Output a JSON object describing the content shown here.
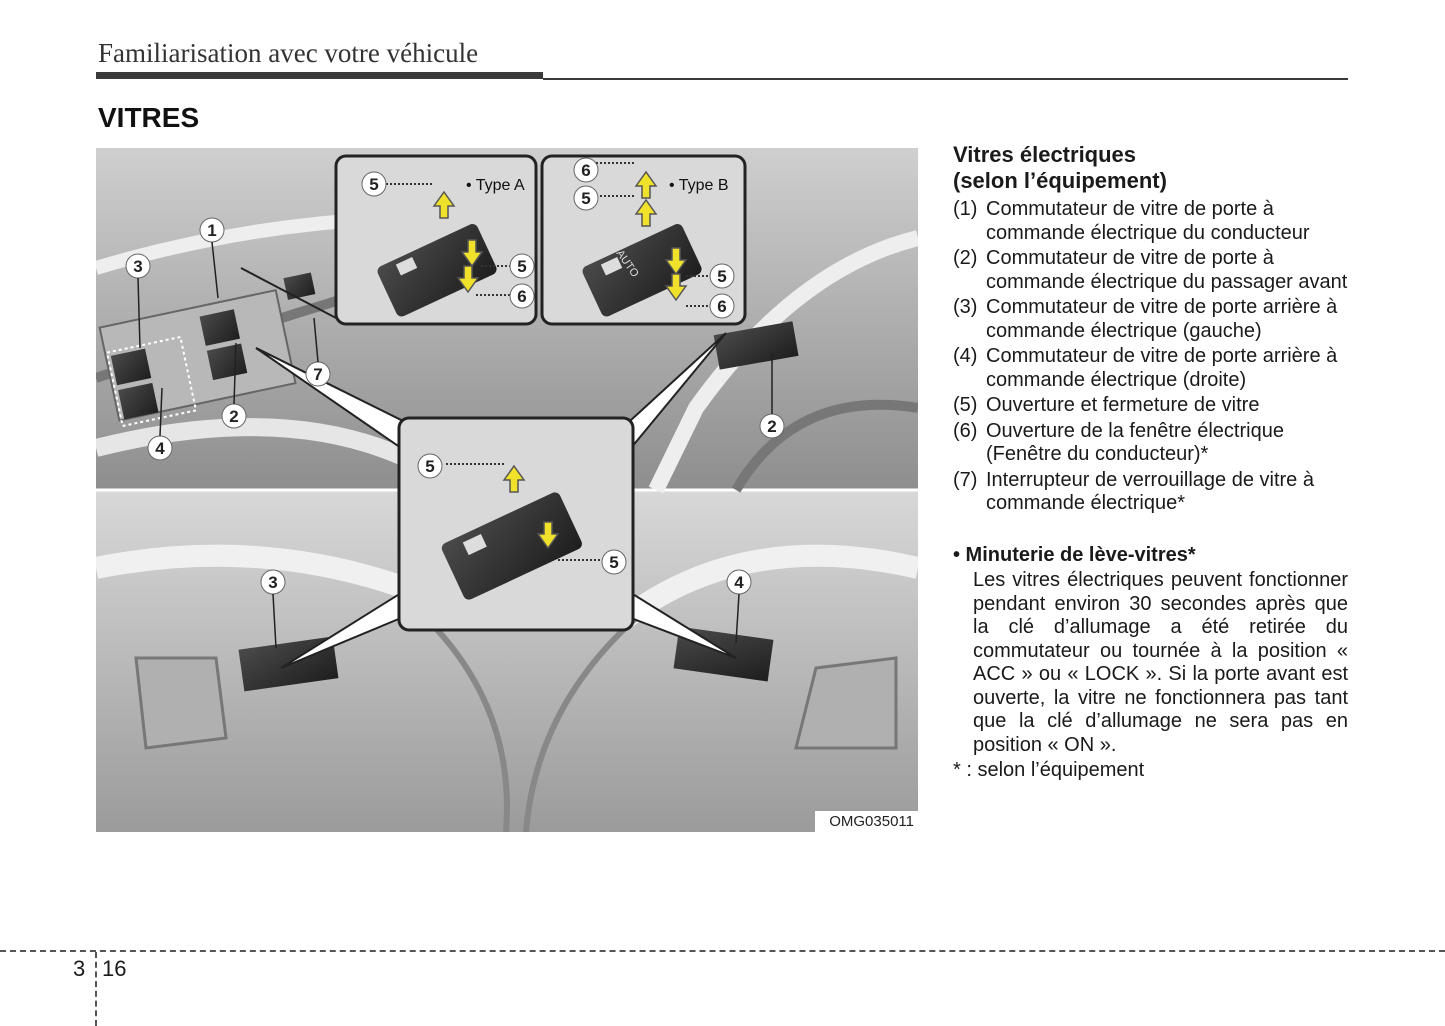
{
  "header": {
    "title": "Familiarisation avec votre véhicule"
  },
  "section": {
    "title": "VITRES"
  },
  "figure": {
    "code": "OMG035011",
    "type_a": "• Type A",
    "type_b": "• Type B",
    "callouts": {
      "n1": "1",
      "n2": "2",
      "n3": "3",
      "n4": "4",
      "n5": "5",
      "n6": "6",
      "n7": "7"
    },
    "auto_label": "AUTO"
  },
  "content": {
    "subtitle_line1": "Vitres électriques",
    "subtitle_line2": "(selon l’équipement)",
    "items": [
      {
        "num": "(1)",
        "text": "Commutateur de vitre de porte à commande électrique du conducteur"
      },
      {
        "num": "(2)",
        "text": "Commutateur de vitre de porte à commande électrique du passager avant"
      },
      {
        "num": "(3)",
        "text": "Commutateur de vitre de porte arrière à commande électrique (gauche)"
      },
      {
        "num": "(4)",
        "text": "Commutateur de vitre de porte arrière à commande électrique (droite)"
      },
      {
        "num": "(5)",
        "text": "Ouverture et fermeture de vitre"
      },
      {
        "num": "(6)",
        "text": "Ouverture de la fenêtre électrique (Fenêtre du conducteur)*"
      },
      {
        "num": "(7)",
        "text": "Interrupteur de verrouillage de vitre à commande électrique*"
      }
    ],
    "timer_title": "• Minuterie de lève-vitres*",
    "timer_body": "Les vitres électriques peuvent fonctionner pendant environ 30 secondes après que la clé d’allumage a été retirée du commutateur ou tournée à la position « ACC » ou « LOCK ». Si la porte avant est ouverte, la vitre ne fonctionnera pas tant que la clé d’allumage ne sera pas en position « ON ».",
    "footnote": "* : selon l’équipement"
  },
  "footer": {
    "chapter": "3",
    "page": "16"
  }
}
